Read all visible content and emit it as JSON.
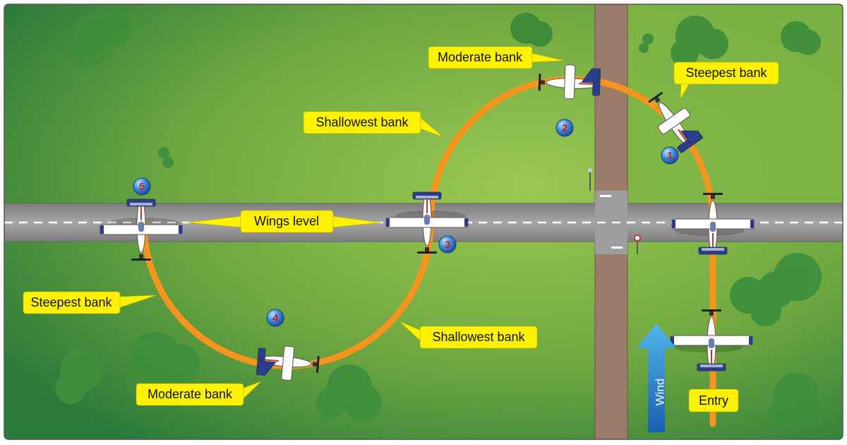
{
  "labels": {
    "moderate_bank_top": "Moderate bank",
    "steepest_bank_right": "Steepest bank",
    "shallowest_bank_top": "Shallowest bank",
    "wings_level": "Wings level",
    "steepest_bank_left": "Steepest bank",
    "shallowest_bank_bottom": "Shallowest bank",
    "moderate_bank_bottom": "Moderate bank",
    "entry": "Entry",
    "wind": "Wind"
  },
  "markers": [
    "1",
    "2",
    "3",
    "4",
    "5"
  ],
  "colors": {
    "grass_light": "#8dbb48",
    "grass_dark": "#2e7d3a",
    "path": "#f7941d",
    "road": "#9b7b6a",
    "runway": "#8c8c8c",
    "callout": "#fff200",
    "wind_arrow": "#2f8fd8",
    "marker": "#2f7fd6",
    "marker_number": "#d8181e"
  }
}
